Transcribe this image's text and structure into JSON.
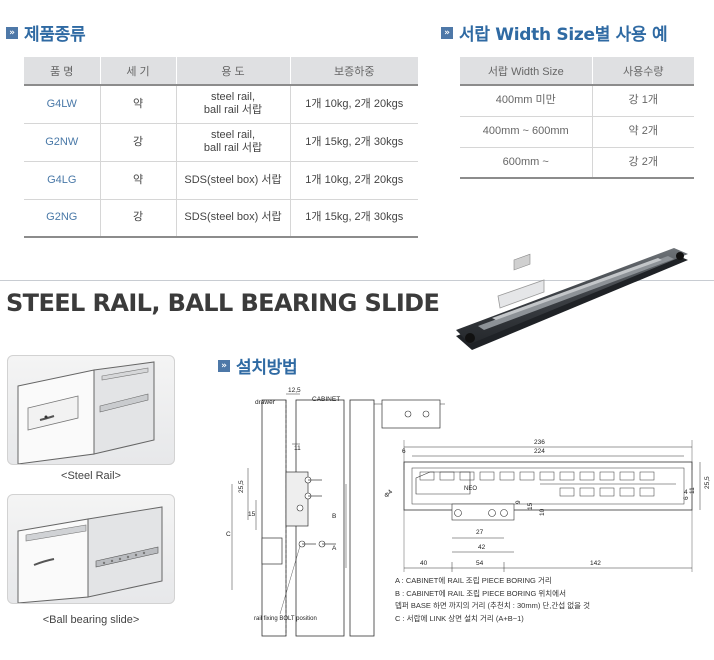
{
  "section1": {
    "title": "제품종류"
  },
  "table1": {
    "headers": [
      "품 명",
      "세 기",
      "용 도",
      "보증하중"
    ],
    "rows": [
      {
        "code": "G4LW",
        "strength": "약",
        "use": [
          "steel rail,",
          "ball rail 서랍"
        ],
        "load": "1개 10kg, 2개 20kgs"
      },
      {
        "code": "G2NW",
        "strength": "강",
        "use": [
          "steel rail,",
          "ball rail 서랍"
        ],
        "load": "1개 15kg, 2개 30kgs"
      },
      {
        "code": "G4LG",
        "strength": "약",
        "use": [
          "SDS(steel box) 서랍"
        ],
        "load": "1개 10kg, 2개 20kgs"
      },
      {
        "code": "G2NG",
        "strength": "강",
        "use": [
          "SDS(steel box) 서랍"
        ],
        "load": "1개 15kg, 2개 30kgs"
      }
    ]
  },
  "section2": {
    "title": "서랍 Width Size별 사용 예"
  },
  "table2": {
    "headers": [
      "서랍 Width Size",
      "사용수량"
    ],
    "rows": [
      {
        "size": "400mm 미만",
        "qty": "강 1개"
      },
      {
        "size": "400mm ~ 600mm",
        "qty": "약 2개"
      },
      {
        "size": "600mm ~",
        "qty": "강 2개"
      }
    ]
  },
  "main_title": "STEEL RAIL, BALL BEARING SLIDE",
  "section3": {
    "title": "설치방법"
  },
  "photos": {
    "steel_caption": "<Steel Rail>",
    "ball_caption": "<Ball bearing slide>"
  },
  "diagram": {
    "label_drawer": "drawer",
    "label_cabinet": "CABINET",
    "label_bolt": "rail fixing BOLT position",
    "dim_12_5": "12,5",
    "dim_11": "11",
    "dim_25_5": "25,5",
    "dim_15": "15",
    "label_c": "C",
    "label_b": "B",
    "label_a": "A",
    "dim_236": "236",
    "dim_224": "224",
    "dim_6": "6",
    "dim_4": "4",
    "dim_6r": "6",
    "dim_11r": "11",
    "dim_25_5r": "25,5",
    "dim_9": "9",
    "dim_15b": "15",
    "dim_10": "10",
    "dim_27": "27",
    "dim_42": "42",
    "dim_40": "40",
    "dim_54": "54",
    "dim_142": "142",
    "dim_phi": "Φ4",
    "logo": "NEO"
  },
  "notes": [
    "A : CABINET에 RAIL 조립 PIECE BORING 거리",
    "B : CABINET에 RAIL 조립 PIECE BORING 위치에서",
    "      뎁퍼 BASE 하면 까지의 거리 (추천치 : 30mm) 단,간섭 없을 것",
    "C : 서랍에 LINK 상면 설치 거리 (A+B−1)"
  ],
  "colors": {
    "accent": "#2f6aa3",
    "header_bg": "#dfe0e2",
    "code": "#4a79a8"
  }
}
